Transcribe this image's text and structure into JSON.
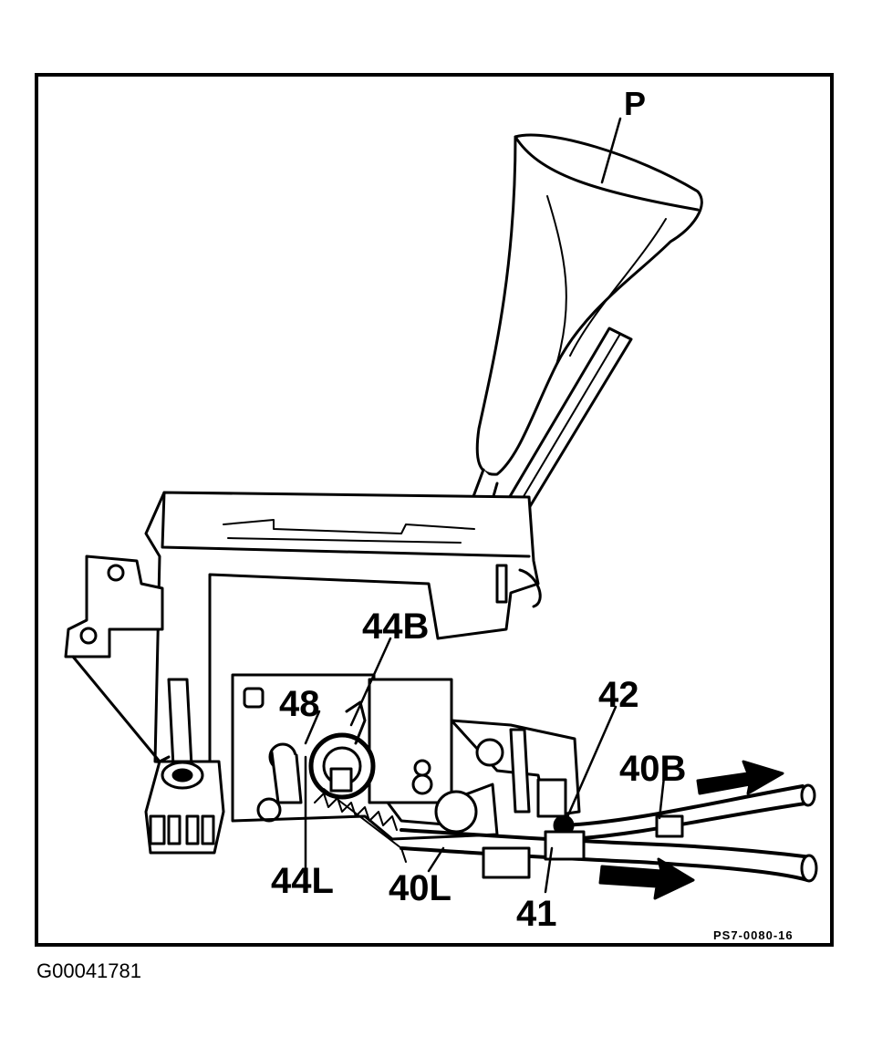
{
  "callouts": {
    "p": "P",
    "c44b": "44B",
    "c48": "48",
    "c42": "42",
    "c40b": "40B",
    "c44l": "44L",
    "c40l": "40L",
    "c41": "41"
  },
  "figure_code": "PS7-0080-16",
  "figure_id": "G00041781",
  "colors": {
    "ink": "#000000",
    "paper": "#ffffff"
  }
}
